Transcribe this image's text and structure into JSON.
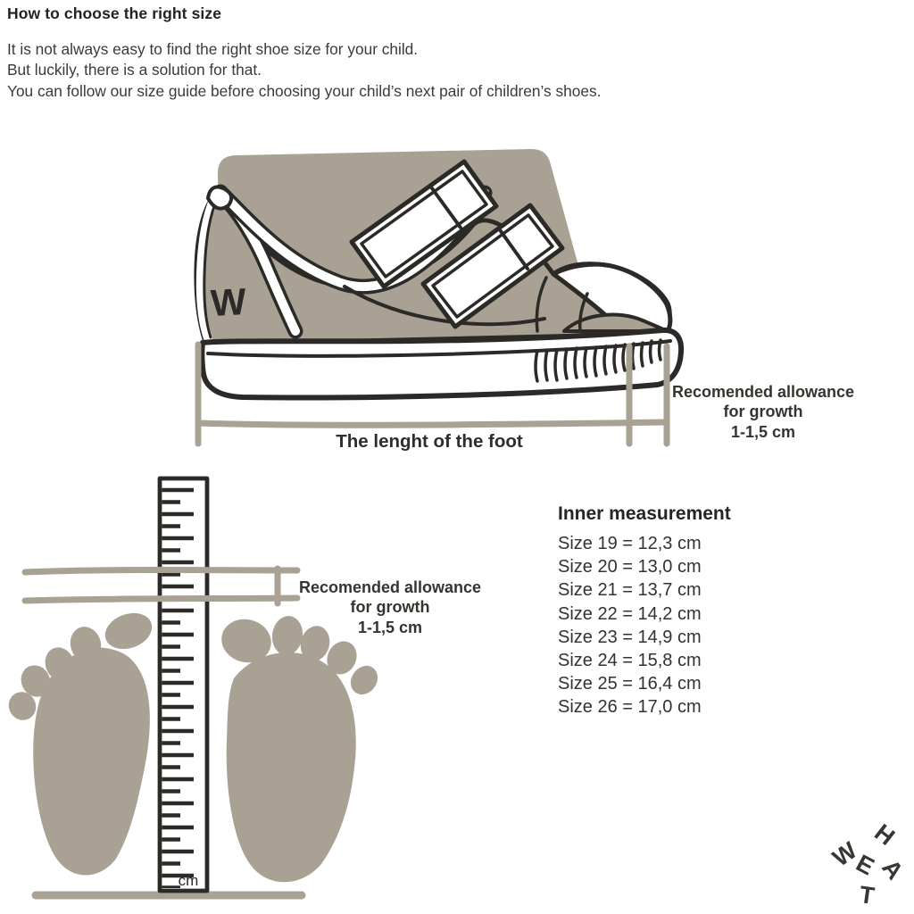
{
  "page": {
    "background_color": "#ffffff"
  },
  "header": {
    "title": "How to choose the right size",
    "intro_lines": [
      "It is not always easy to find the right shoe size for your child.",
      "But luckily, there is a solution for that.",
      "You can follow our size guide before choosing your child’s next pair of children’s shoes."
    ]
  },
  "shoe_diagram": {
    "brand_initial": "W",
    "foot_length_label": "The lenght of the foot",
    "growth_allowance_lines": [
      "Recomended allowance",
      "for growth",
      "1-1,5 cm"
    ]
  },
  "ruler_diagram": {
    "unit_label": "cm",
    "growth_allowance_lines": [
      "Recomended allowance",
      "for growth",
      "1-1,5 cm"
    ]
  },
  "size_table": {
    "heading": "Inner measurement",
    "lines": [
      "Size 19 = 12,3 cm",
      "Size 20 = 13,0 cm",
      "Size 21 = 13,7 cm",
      "Size 22 = 14,2 cm",
      "Size 23 = 14,9 cm",
      "Size 24 = 15,8 cm",
      "Size 25 = 16,4 cm",
      "Size 26 = 17,0 cm"
    ],
    "rows": [
      {
        "size": 19,
        "inner_cm": "12,3"
      },
      {
        "size": 20,
        "inner_cm": "13,0"
      },
      {
        "size": 21,
        "inner_cm": "13,7"
      },
      {
        "size": 22,
        "inner_cm": "14,2"
      },
      {
        "size": 23,
        "inner_cm": "14,9"
      },
      {
        "size": 24,
        "inner_cm": "15,8"
      },
      {
        "size": 25,
        "inner_cm": "16,4"
      },
      {
        "size": 26,
        "inner_cm": "17,0"
      }
    ]
  },
  "brand_logo": {
    "name": "WHEAT",
    "letters": [
      "W",
      "H",
      "E",
      "A",
      "T"
    ]
  },
  "colors": {
    "tan": "#a9a194",
    "ink": "#2b2a26",
    "text": "#3b3a37"
  }
}
